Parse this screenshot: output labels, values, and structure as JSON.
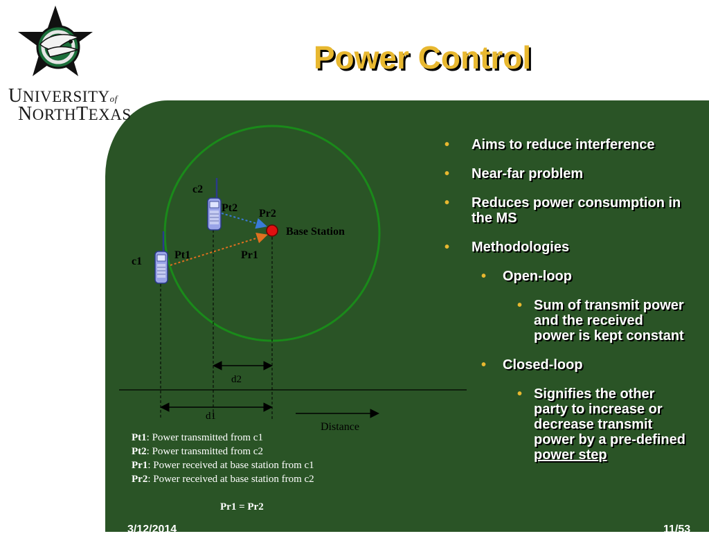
{
  "header": {
    "title": "Power Control",
    "university_line1_a": "U",
    "university_line1_b": "NIVERSITY",
    "university_of": "of",
    "university_line2_a": "N",
    "university_line2_b": "ORTH",
    "university_line2_c": "T",
    "university_line2_d": "EXAS"
  },
  "diagram": {
    "c1": "c1",
    "c2": "c2",
    "pt1": "Pt1",
    "pt2": "Pt2",
    "pr1": "Pr1",
    "pr2": "Pr2",
    "base_station": "Base Station",
    "d1": "d1",
    "d2": "d2",
    "distance": "Distance"
  },
  "legend": [
    {
      "key": "Pt1",
      "text": ": Power transmitted from c1"
    },
    {
      "key": "Pt2",
      "text": ": Power transmitted from c2"
    },
    {
      "key": "Pr1",
      "text": ": Power received at base station from c1"
    },
    {
      "key": "Pr2",
      "text": ": Power received at base station from  c2"
    }
  ],
  "equation": "Pr1 = Pr2",
  "bullets": {
    "b1": "Aims to reduce interference",
    "b2": "Near-far problem",
    "b3": "Reduces power consumption in the MS",
    "b4": "Methodologies",
    "b4_1": "Open-loop",
    "b4_1_1": "Sum of transmit power and the received power is kept constant",
    "b4_2": "Closed-loop",
    "b4_2_1_a": "Signifies the other party to increase or decrease transmit power by a pre-defined ",
    "b4_2_1_b": "power step"
  },
  "footer": {
    "date": "3/12/2014",
    "page": "11/53"
  },
  "colors": {
    "panel": "#2a5426",
    "title": "#e8b830",
    "bullet": "#e8b830",
    "circle": "#1a8a1a",
    "base_station": "#e01010",
    "pt1_arrow": "#e07020",
    "pt2_arrow": "#3a7ad8"
  },
  "icons": {
    "logo": "unt-eagle-star-logo",
    "phone": "cell-phone-icon",
    "base_station": "red-dot-icon"
  }
}
